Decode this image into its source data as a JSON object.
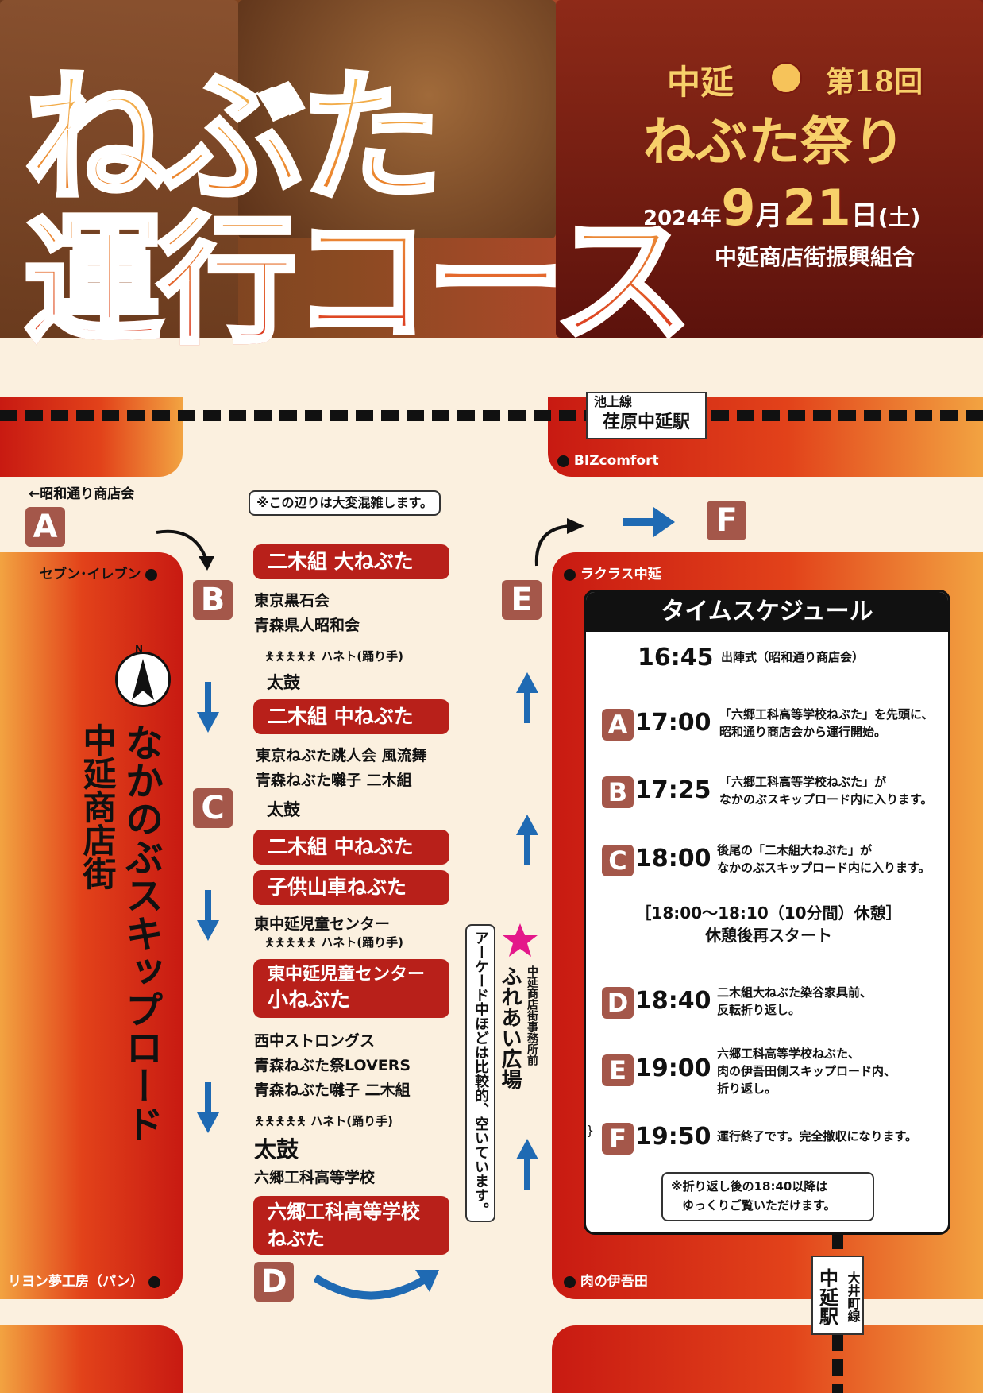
{
  "header": {
    "title_line1": "ねぶた",
    "title_line2": "運行コース",
    "fest_place": "中延",
    "fest_edition": "第18回",
    "fest_name": "ねぶた祭り",
    "year": "2024年",
    "month": "9",
    "month_unit": "月",
    "day": "21",
    "day_unit": "日",
    "weekday": "(土)",
    "organizer": "中延商店街振興組合"
  },
  "stations": {
    "top_line": "池上線",
    "top_name": "荏原中延駅",
    "bottom_line": "大井町線",
    "bottom_name": "中延駅"
  },
  "landmarks": {
    "bizcomfort": "BIZcomfort",
    "showa": "←昭和通り商店会",
    "seven": "セブン･イレブン",
    "lacrasse": "ラクラス中延",
    "lyon": "リヨン夢工房（パン）",
    "niku": "肉の伊吾田"
  },
  "notes": {
    "crowded": "※この辺りは大変混雑します。",
    "arcade": "アーケード中ほどは比較的、空いています。",
    "fureai_sub": "中延商店街事務所前",
    "fureai": "ふれあい広場"
  },
  "street": {
    "name1": "中延商店街",
    "name2": "なかのぶスキップロード"
  },
  "compass": "N",
  "points": [
    "A",
    "B",
    "C",
    "D",
    "E",
    "F"
  ],
  "parade": {
    "float1": "二木組 大ねぶた",
    "g1a": "東京黒石会",
    "g1b": "青森県人昭和会",
    "hanete1": "ハネト(踊り手)",
    "taiko1": "太鼓",
    "float2": "二木組 中ねぶた",
    "g2a": "東京ねぶた跳人会 風流舞",
    "g2b": "青森ねぶた囃子 二木組",
    "taiko2": "太鼓",
    "float3": "二木組 中ねぶた",
    "float4": "子供山車ねぶた",
    "g4a": "東中延児童センター",
    "hanete2": "ハネト(踊り手)",
    "float5a": "東中延児童センター",
    "float5b": "小ねぶた",
    "g5a": "西中ストロングス",
    "g5b": "青森ねぶた祭LOVERS",
    "g5c": "青森ねぶた囃子 二木組",
    "hanete3": "ハネト(踊り手)",
    "taiko3": "太鼓",
    "g5d": "六郷工科高等学校",
    "float6a": "六郷工科高等学校",
    "float6b": "ねぶた"
  },
  "schedule": {
    "title": "タイムスケジュール",
    "rows": [
      {
        "letter": "",
        "time": "16:45",
        "desc": [
          "出陣式（昭和通り商店会）"
        ]
      },
      {
        "letter": "A",
        "time": "17:00",
        "desc": [
          "「六郷工科高等学校ねぶた」を先頭に、",
          "昭和通り商店会から運行開始。"
        ]
      },
      {
        "letter": "B",
        "time": "17:25",
        "desc": [
          "「六郷工科高等学校ねぶた」が",
          "なかのぶスキップロード内に入ります。"
        ]
      },
      {
        "letter": "C",
        "time": "18:00",
        "desc": [
          "後尾の「二木組大ねぶた」が",
          "なかのぶスキップロード内に入ります。"
        ]
      },
      {
        "letter": "D",
        "time": "18:40",
        "desc": [
          "二木組大ねぶた染谷家具前、",
          "反転折り返し。"
        ]
      },
      {
        "letter": "E",
        "time": "19:00",
        "desc": [
          "六郷工科高等学校ねぶた、",
          "肉の伊吾田側スキップロード内、",
          "折り返し。"
        ]
      },
      {
        "letter": "F",
        "time": "19:50",
        "desc": [
          "運行終了です。完全撤収になります。"
        ]
      }
    ],
    "break1": "［18:00〜18:10（10分間）休憩］",
    "break2": "休憩後再スタート",
    "note1": "※折り返し後の18:40以降は",
    "note2": "ゆっくりご覧いただけます。"
  },
  "colors": {
    "red": "#b8201a",
    "brown": "#a4574a",
    "blue": "#1f6ab3",
    "cream": "#fbf0df",
    "orange": "#f2a341"
  }
}
